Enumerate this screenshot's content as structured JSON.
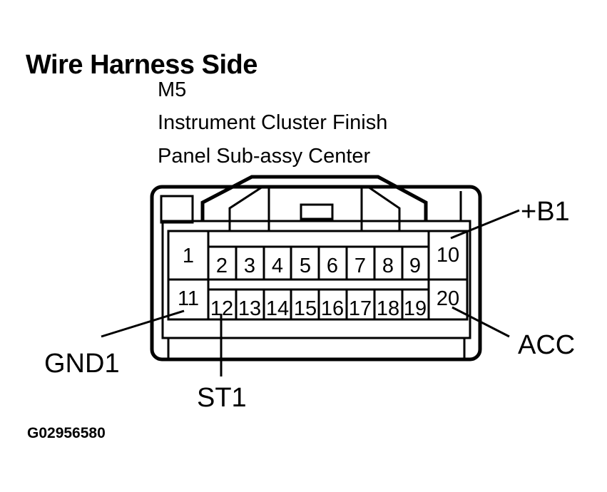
{
  "title": "Wire Harness Side",
  "connector": {
    "code": "M5",
    "name_line1": "Instrument Cluster Finish",
    "name_line2": "Panel Sub-assy Center"
  },
  "pins": [
    "1",
    "2",
    "3",
    "4",
    "5",
    "6",
    "7",
    "8",
    "9",
    "10",
    "11",
    "12",
    "13",
    "14",
    "15",
    "16",
    "17",
    "18",
    "19",
    "20"
  ],
  "callouts": {
    "b1": "+B1",
    "acc": "ACC",
    "gnd1": "GND1",
    "st1": "ST1"
  },
  "figure_code": "G02956580"
}
